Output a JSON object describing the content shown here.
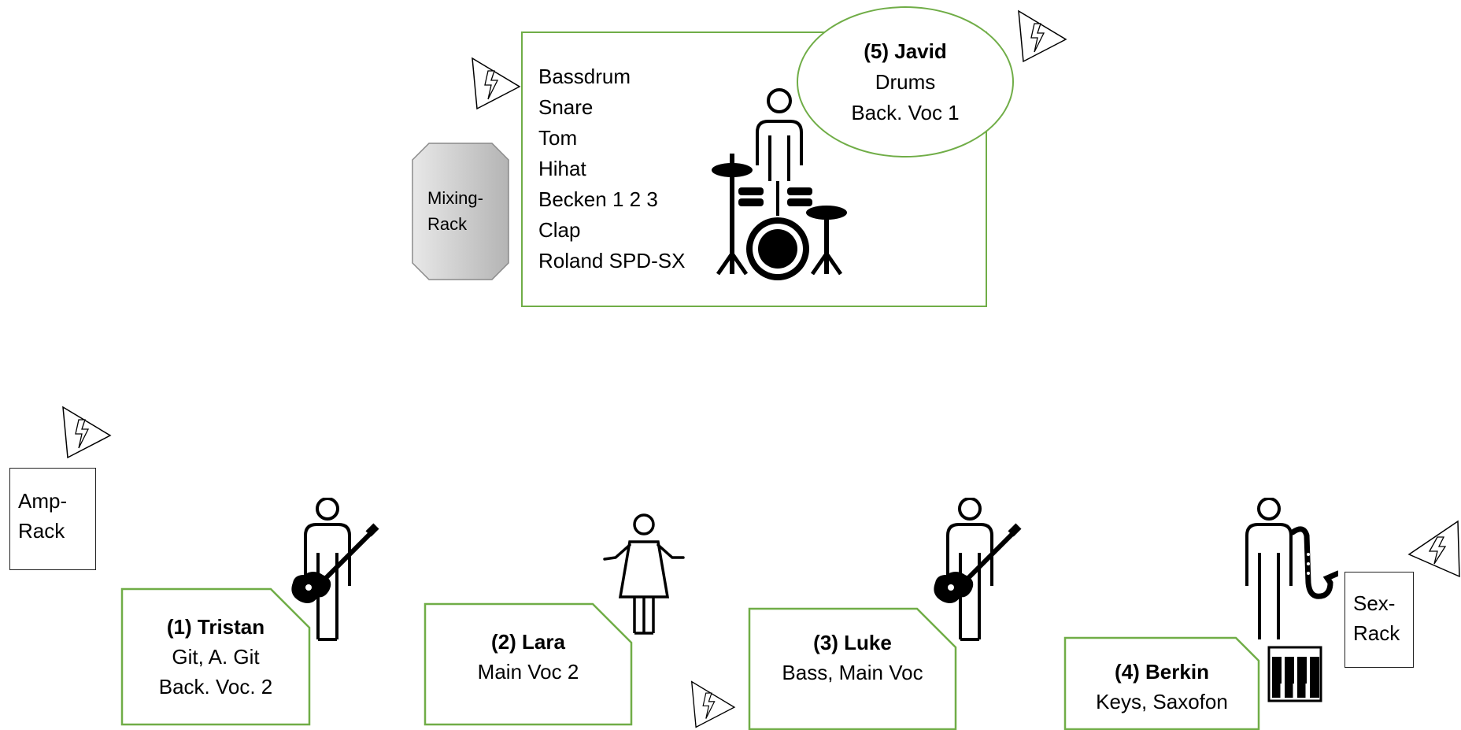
{
  "drum_box": {
    "instruments": [
      "Bassdrum",
      "Snare",
      "Tom",
      "Hihat",
      "Becken 1 2 3",
      "Clap",
      "Roland SPD-SX"
    ]
  },
  "javid": {
    "name": "(5) Javid",
    "role1": "Drums",
    "role2": "Back. Voc 1"
  },
  "mixing_rack": {
    "line1": "Mixing-",
    "line2": "Rack"
  },
  "amp_rack": {
    "line1": "Amp-",
    "line2": "Rack"
  },
  "sex_rack": {
    "line1": "Sex-",
    "line2": "Rack"
  },
  "tristan": {
    "name": "(1) Tristan",
    "role1": "Git, A. Git",
    "role2": "Back. Voc. 2"
  },
  "lara": {
    "name": "(2) Lara",
    "role1": "Main Voc 2"
  },
  "luke": {
    "name": "(3) Luke",
    "role1": "Bass, Main Voc"
  },
  "berkin": {
    "name": "(4) Berkin",
    "role1": "Keys, Saxofon"
  },
  "colors": {
    "outline": "#70ad47",
    "rack_gray": "#c8c8c8"
  },
  "icons": [
    "power-icon",
    "person-icon",
    "guitar-icon",
    "drum-kit-icon",
    "saxophone-icon",
    "keyboard-icon",
    "woman-icon"
  ]
}
